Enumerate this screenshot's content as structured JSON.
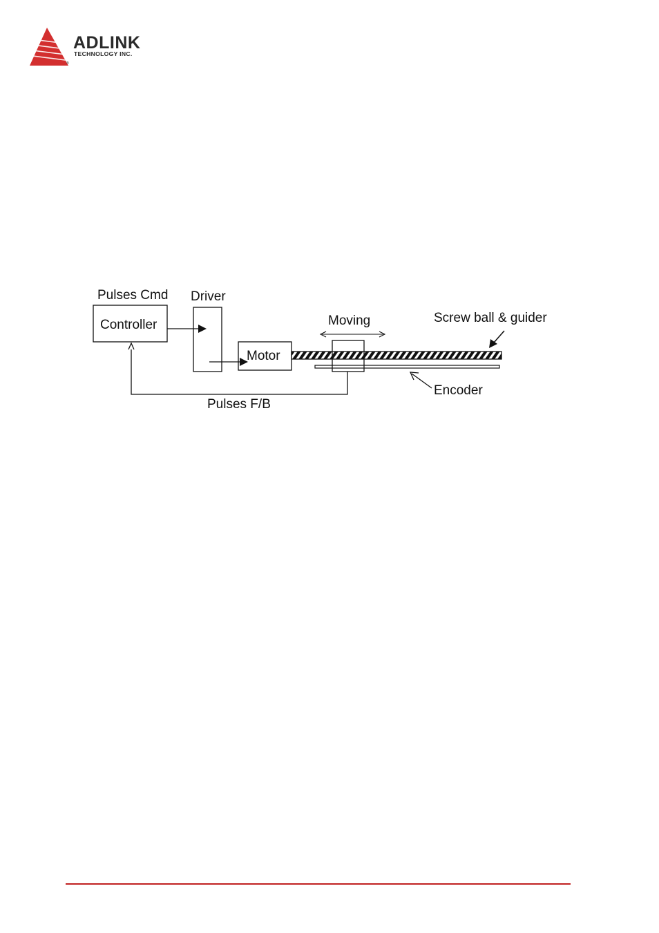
{
  "header": {
    "logo_text": "ADLINK",
    "logo_subtext": "TECHNOLOGY INC.",
    "logo_mark": "®",
    "brand_color": "#d32f2f"
  },
  "diagram": {
    "labels": {
      "pulses_cmd": "Pulses Cmd",
      "controller": "Controller",
      "driver": "Driver",
      "motor": "Motor",
      "moving": "Moving",
      "screw_ball": "Screw ball & guider",
      "encoder": "Encoder",
      "pulses_fb": "Pulses F/B"
    }
  },
  "footer": {
    "rule_color": "#c0201f"
  }
}
